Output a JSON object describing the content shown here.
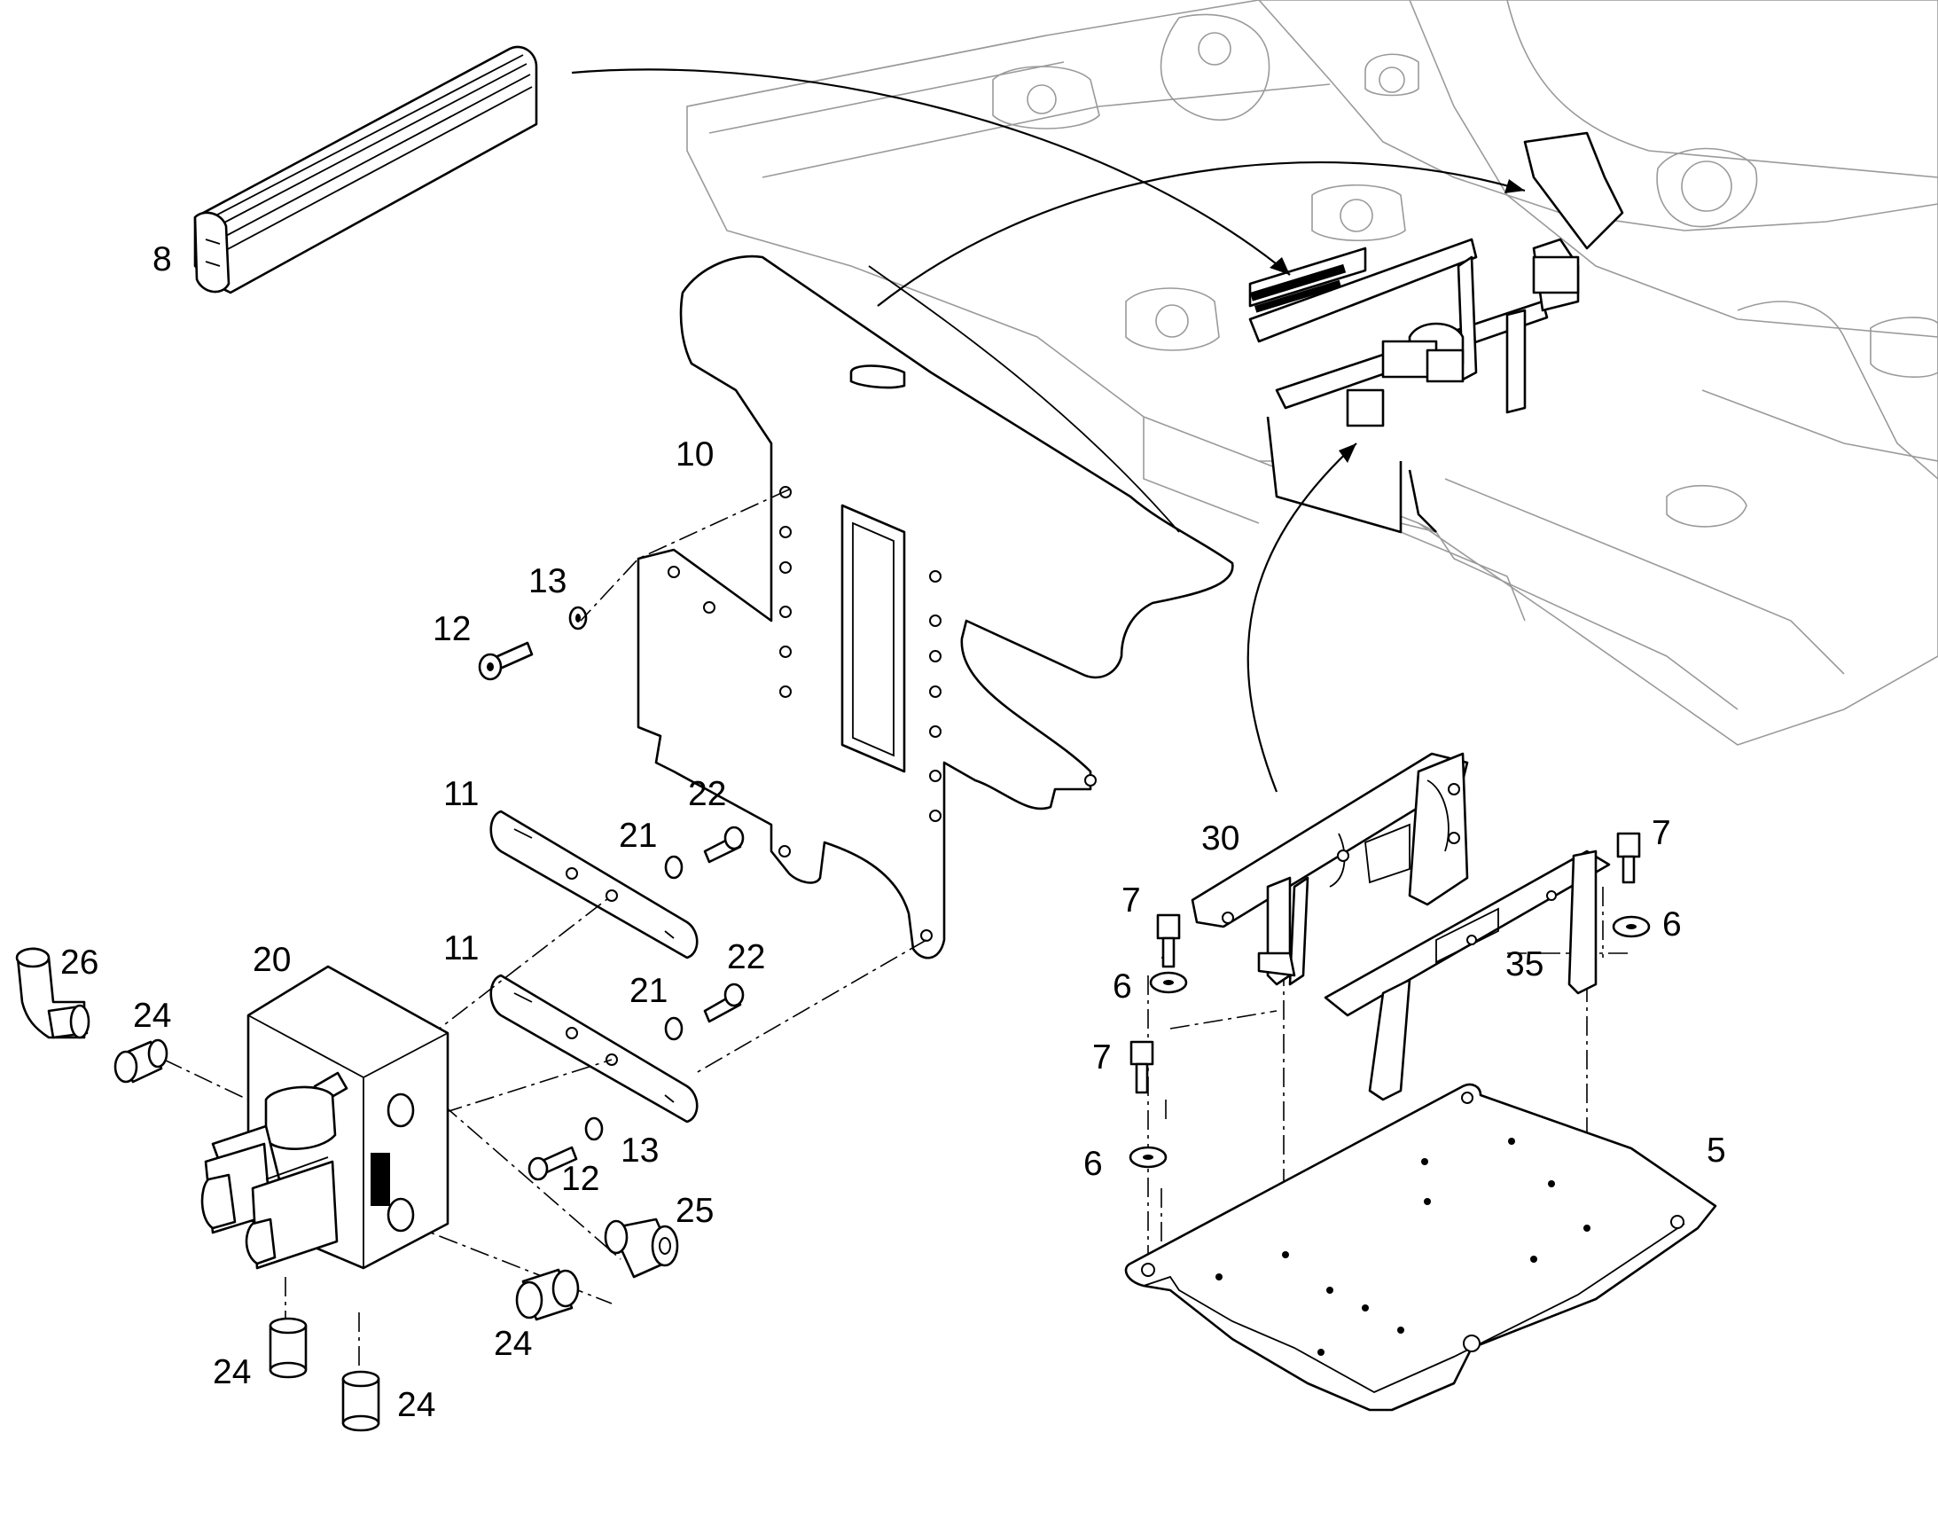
{
  "callouts": {
    "c5": "5",
    "c6a": "6",
    "c6b": "6",
    "c6c": "6",
    "c7a": "7",
    "c7b": "7",
    "c7c": "7",
    "c8": "8",
    "c10": "10",
    "c11a": "11",
    "c11b": "11",
    "c12a": "12",
    "c12b": "12",
    "c13a": "13",
    "c13b": "13",
    "c20": "20",
    "c21a": "21",
    "c21b": "21",
    "c22a": "22",
    "c22b": "22",
    "c24a": "24",
    "c24b": "24",
    "c24c": "24",
    "c24d": "24",
    "c25": "25",
    "c26": "26",
    "c30": "30",
    "c35": "35"
  }
}
